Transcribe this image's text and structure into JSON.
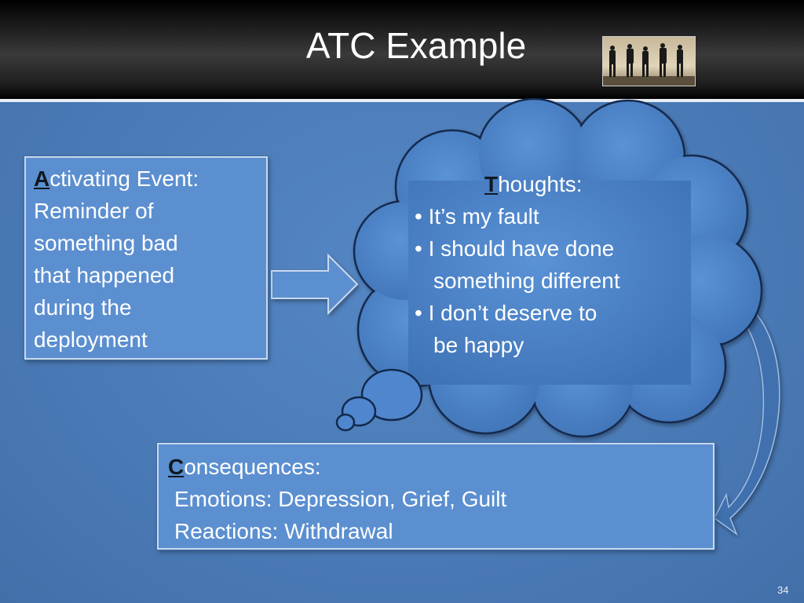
{
  "slide": {
    "title": "ATC Example",
    "number": "34"
  },
  "activating": {
    "cap": "A",
    "rest": "ctivating Event:",
    "lines": [
      "Reminder of",
      "something bad",
      "that happened",
      "during the",
      "deployment"
    ]
  },
  "thoughts": {
    "cap": "T",
    "rest": "houghts:",
    "b1": "• It’s my fault",
    "b2": "• I should have done",
    "b2_cont": "something different",
    "b3": "• I don’t deserve to",
    "b3_cont": "be happy"
  },
  "consequences": {
    "cap": "C",
    "rest": "onsequences:",
    "emotions": "Emotions: Depression, Grief, Guilt",
    "reactions": "Reactions: Withdrawal"
  },
  "colors": {
    "background": "#4a7ab6",
    "box_fill": "#5b8fd0",
    "cloud_fill": "#4f86cd",
    "header": "#000000"
  },
  "icons": {
    "photo": "soldiers-silhouette-photo",
    "arrow": "right-arrow",
    "curved_arrow": "curved-down-arrow"
  }
}
